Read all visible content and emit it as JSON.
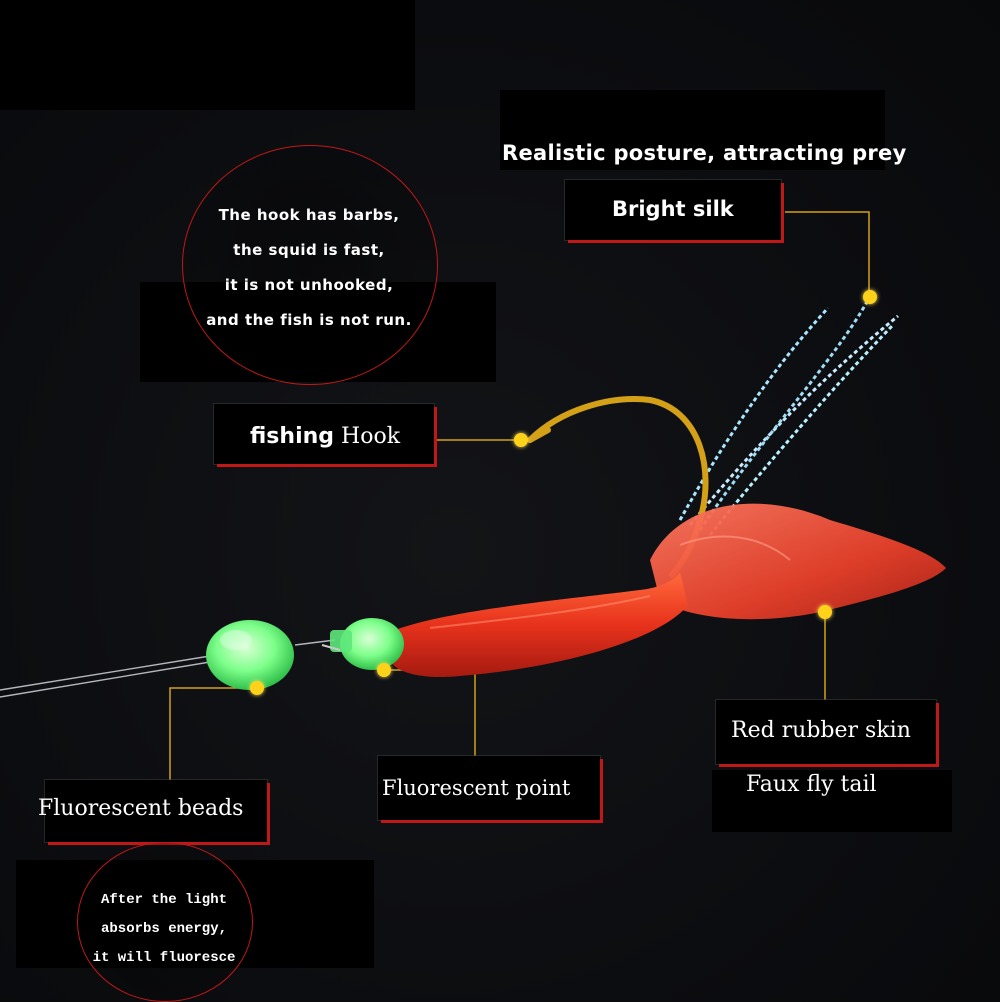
{
  "labels": {
    "posture": "Realistic posture, attracting prey",
    "bright_silk": "Bright silk",
    "fishing_hook_bold": "fishing",
    "fishing_hook_plain": "Hook",
    "red_rubber_skin": "Red rubber skin",
    "faux_fly_tail": "Faux fly tail",
    "fluorescent_point": "Fluorescent point",
    "fluorescent_beads": "Fluorescent beads"
  },
  "callouts": {
    "hook_barbs": [
      "The hook has barbs,",
      "the squid is fast,",
      "it is not unhooked,",
      "and the fish is not run."
    ],
    "fluorescence": [
      "After the light",
      "absorbs energy,",
      "it will fluoresce"
    ]
  },
  "colors": {
    "background": "#0c0d10",
    "accent_red": "#c01818",
    "leader_gold": "#d4a017",
    "dot_yellow": "#ffd21a",
    "rubber_red": "#e8321c",
    "glow_green": "#7dff8a"
  }
}
